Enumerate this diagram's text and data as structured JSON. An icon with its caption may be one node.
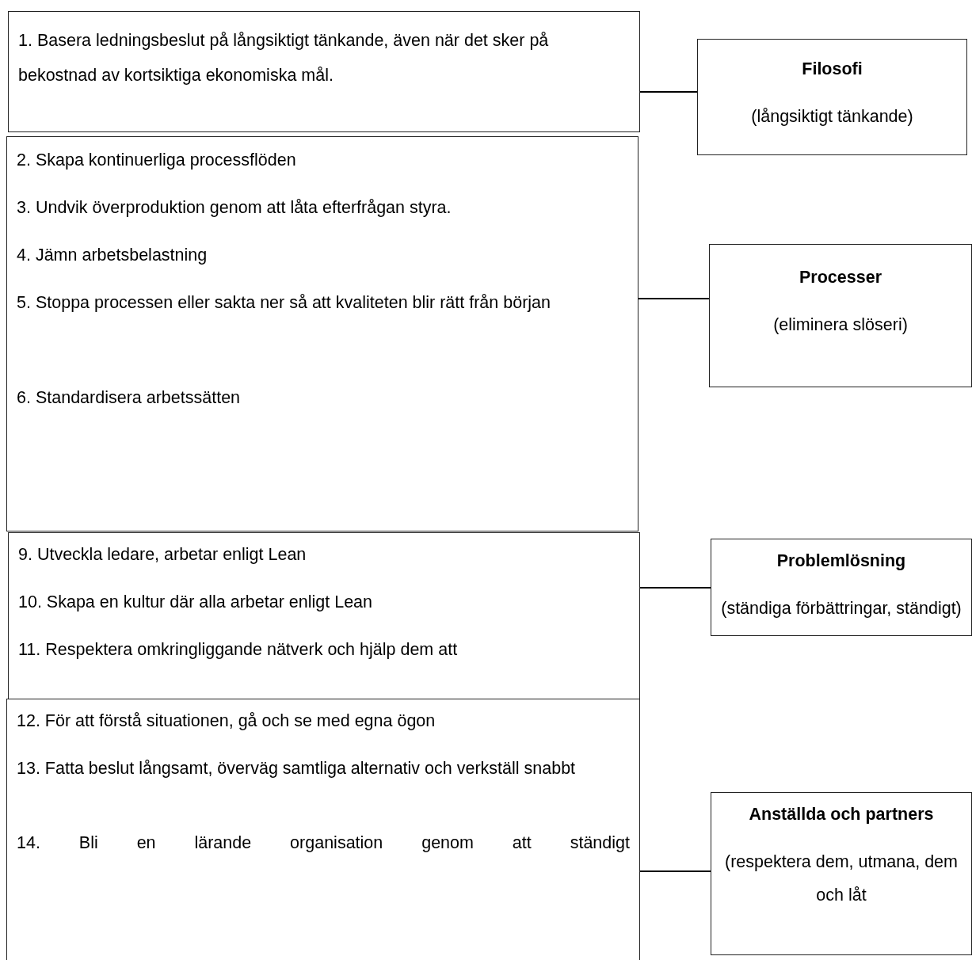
{
  "diagram": {
    "nodes": [
      {
        "text": [
          "1. Basera ledningsbeslut på långsiktigt tänkande, även när det sker på bekostnad av kortsiktiga ekonomiska mål."
        ]
      },
      {
        "text": [
          "2. Skapa kontinuerliga processflöden",
          "3. Undvik överproduktion genom att låta efterfrågan styra.",
          "4. Jämn arbetsbelastning",
          "5. Stoppa processen eller sakta ner så att kvaliteten blir rätt från början",
          "6. Standardisera arbetssätten"
        ]
      },
      {
        "text": [
          "9. Utveckla ledare, arbetar enligt Lean",
          "10. Skapa en kultur där alla arbetar enligt Lean",
          "11. Respektera omkringliggande nätverk och hjälp dem att"
        ]
      },
      {
        "text": [
          "12. För att förstå situationen, gå och se med egna ögon",
          "13. Fatta beslut långsamt, överväg samtliga alternativ och verkställ snabbt",
          "14. Bli en lärande organisation genom att ständigt"
        ]
      },
      {
        "text": [
          "Filosofi",
          "(långsiktigt tänkande)"
        ]
      },
      {
        "text": [
          "Processer",
          "(eliminera slöseri)"
        ]
      },
      {
        "text": [
          "Problemlösning",
          "(ständiga förbättringar, ständigt)"
        ]
      },
      {
        "text": [
          "Anställda och partners",
          "(respektera dem, utmana, dem och låt"
        ]
      }
    ],
    "edges": [
      {
        "from": 0,
        "to": 4,
        "arrow": "none"
      },
      {
        "from": 1,
        "to": 5,
        "arrow": "none"
      },
      {
        "from": 2,
        "to": 6,
        "arrow": "none"
      },
      {
        "from": 3,
        "to": 7,
        "arrow": "none"
      }
    ]
  }
}
